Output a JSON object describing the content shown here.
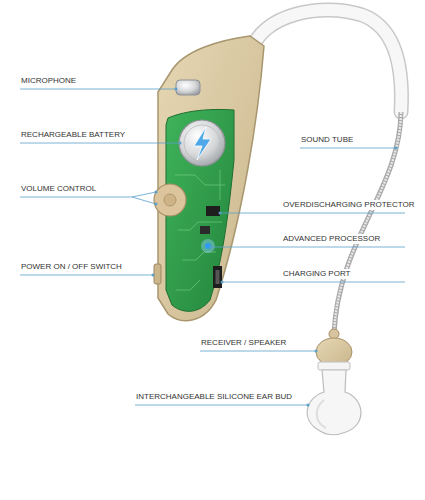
{
  "diagram": {
    "labels": [
      "MICROPHONE",
      "RECHARGEABLE BATTERY",
      "VOLUME CONTROL",
      "POWER ON / OFF SWITCH",
      "SOUND TUBE",
      "OVERDISCHARGING PROTECTOR",
      "ADVANCED PROCESSOR",
      "CHARGING PORT",
      "RECEIVER / SPEAKER",
      "INTERCHANGEABLE SILICONE EAR BUD"
    ]
  }
}
